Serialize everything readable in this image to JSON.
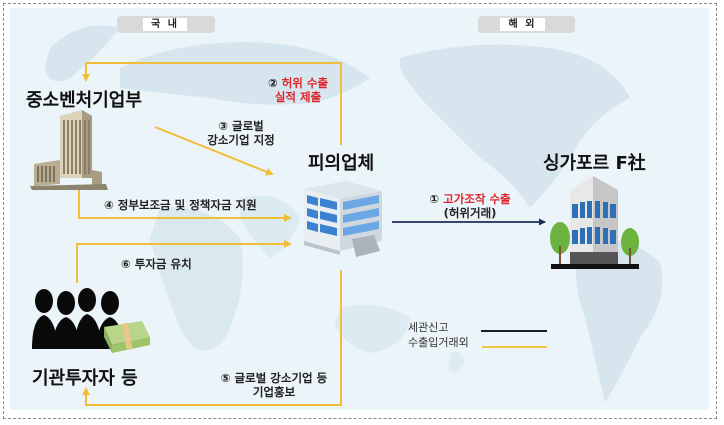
{
  "regions": {
    "domestic": "국 내",
    "overseas": "해 외"
  },
  "nodes": {
    "ministry": "중소벤처기업부",
    "suspect": "피의업체",
    "singapore": "싱가포르 F社",
    "investors": "기관투자자 등"
  },
  "steps": {
    "s1_num": "①",
    "s1_main": "고가조작 수출",
    "s1_sub": "(허위거래)",
    "s2_num": "②",
    "s2_line1": "허위 수출",
    "s2_line2": "실적 제출",
    "s3_line1": "③ 글로벌",
    "s3_line2": "강소기업 지정",
    "s4": "④  정부보조금 및 정책자금 지원",
    "s5_line1": "⑤ 글로벌 강소기업 등",
    "s5_line2": "기업홍보",
    "s6": "⑥ 투자금 유치"
  },
  "legend": {
    "customs": "세관신고",
    "non_trade": "수출입거래외",
    "customs_color": "#1a1a2e",
    "non_trade_color": "#f2c744"
  },
  "colors": {
    "arrow_yellow": "#f0bf3a",
    "arrow_navy": "#1f2d5a",
    "highlight_red": "#e0262c",
    "map_bg": "#ebf4f8"
  }
}
